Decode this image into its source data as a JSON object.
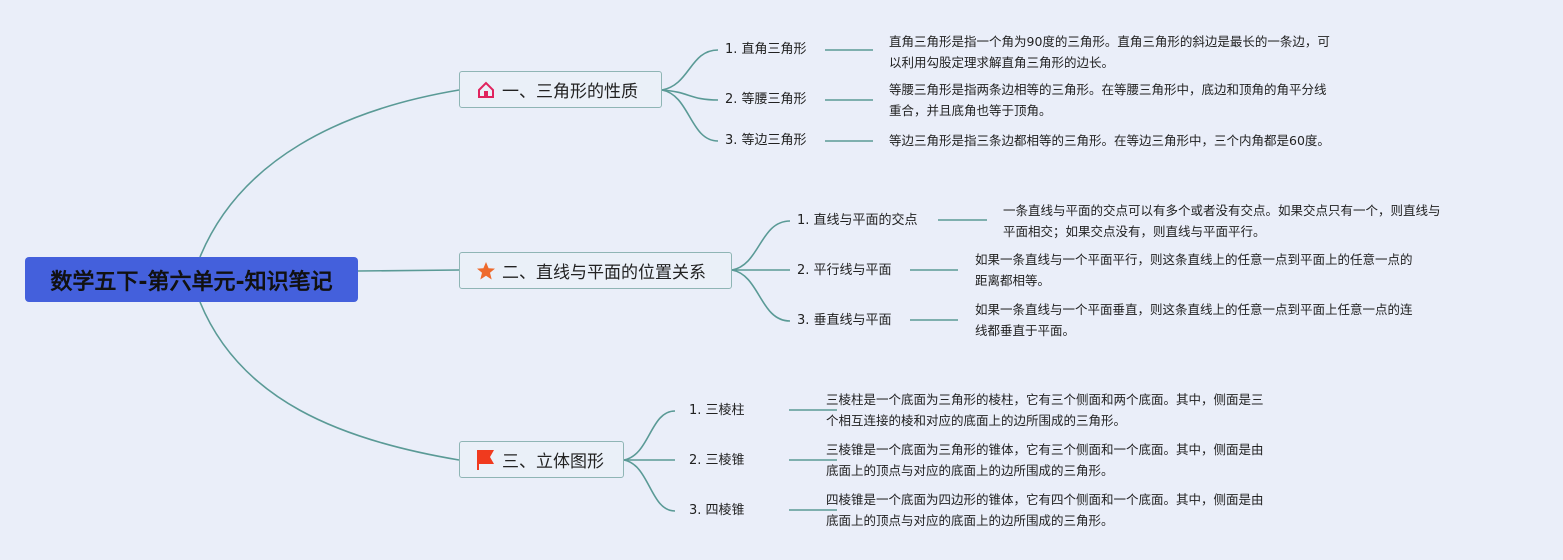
{
  "root": {
    "title": "数学五下-第六单元-知识笔记"
  },
  "branches": [
    {
      "title": "一、三角形的性质",
      "icon": "home-icon",
      "icon_color": "#e0245e",
      "items": [
        {
          "label": "1. 直角三角形",
          "desc": [
            "直角三角形是指一个角为90度的三角形。直角三角形的斜边是最长的一条边，可",
            "以利用勾股定理求解直角三角形的边长。"
          ]
        },
        {
          "label": "2. 等腰三角形",
          "desc": [
            "等腰三角形是指两条边相等的三角形。在等腰三角形中，底边和顶角的角平分线",
            "重合，并且底角也等于顶角。"
          ]
        },
        {
          "label": "3. 等边三角形",
          "desc": [
            "等边三角形是指三条边都相等的三角形。在等边三角形中，三个内角都是60度。"
          ]
        }
      ]
    },
    {
      "title": "二、直线与平面的位置关系",
      "icon": "star-icon",
      "icon_color": "#ee6a2c",
      "items": [
        {
          "label": "1. 直线与平面的交点",
          "desc": [
            "一条直线与平面的交点可以有多个或者没有交点。如果交点只有一个，则直线与",
            "平面相交；如果交点没有，则直线与平面平行。"
          ]
        },
        {
          "label": "2. 平行线与平面",
          "desc": [
            "如果一条直线与一个平面平行，则这条直线上的任意一点到平面上的任意一点的",
            "距离都相等。"
          ]
        },
        {
          "label": "3. 垂直线与平面",
          "desc": [
            "如果一条直线与一个平面垂直，则这条直线上的任意一点到平面上任意一点的连",
            "线都垂直于平面。"
          ]
        }
      ]
    },
    {
      "title": "三、立体图形",
      "icon": "flag-icon",
      "icon_color": "#f03a1e",
      "items": [
        {
          "label": "1. 三棱柱",
          "desc": [
            "三棱柱是一个底面为三角形的棱柱，它有三个侧面和两个底面。其中，侧面是三",
            "个相互连接的棱和对应的底面上的边所围成的三角形。"
          ]
        },
        {
          "label": "2. 三棱锥",
          "desc": [
            "三棱锥是一个底面为三角形的锥体，它有三个侧面和一个底面。其中，侧面是由",
            "底面上的顶点与对应的底面上的边所围成的三角形。"
          ]
        },
        {
          "label": "3. 四棱锥",
          "desc": [
            "四棱锥是一个底面为四边形的锥体，它有四个侧面和一个底面。其中，侧面是由",
            "底面上的顶点与对应的底面上的边所围成的三角形。"
          ]
        }
      ]
    }
  ],
  "colors": {
    "background": "#eaeef9",
    "root": "#4460dc",
    "link": "#5a9a96"
  }
}
